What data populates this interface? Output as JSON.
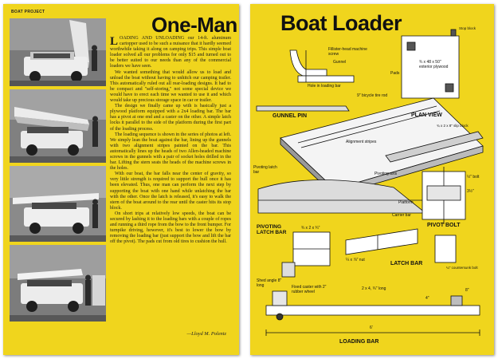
{
  "left": {
    "section_tag": "BOAT PROJECT",
    "title": "One-Man",
    "dropcap": "L",
    "lead": "OADING AND UNLOADING our 14-ft. aluminum cartopper used to be such a nuisance that it hardly seemed worthwhile taking it along on camping trips. This simple boat loader solved all our problems for only $15 and turned out to be better suited to our needs than any of the commercial loaders we have seen.",
    "paragraphs": [
      "We wanted something that would allow us to load and unload the boat without having to unhitch our camping trailer. This automatically ruled out all rear-loading designs. It had to be compact and \"self-storing,\" not some special device we would have to erect each time we wanted to use it and which would take up precious storage space in car or trailer.",
      "The design we finally came up with is basically just a plywood platform equipped with a 2x4 loading bar. The bar has a pivot at one end and a caster on the other. A simple latch locks it parallel to the side of the platform during the first part of the loading process.",
      "The loading sequence is shown in the series of photos at left. We simply lean the boat against the bar, lining up the gunnels with two alignment stripes painted on the bar. This automatically lines up the heads of two Allen-headed machine screws in the gunnels with a pair of socket holes drilled in the bar. Lifting the stern seats the heads of the machine screws in the holes.",
      "With our boat, the bar falls near the center of gravity, so very little strength is required to support the hull once it has been elevated. Thus, one man can perform the next step by supporting the boat with one hand while unlatching the bar with the other. Once the latch is released, it's easy to walk the stern of the boat around to the rear until the caster hits its stop block.",
      "On short trips at relatively low speeds, the boat can be secured by lashing it to the loading bars with a couple of ropes and running a third rope from the bow to the front bumper. For turnpike driving, however, it's best to lower the bow by removing the loading bar (just support the bow and lift the bar off the pivot). The pads cut from old tires to cushion the hull."
    ],
    "byline": "—Lloyd M. Polentz"
  },
  "right": {
    "title": "Boat Loader",
    "labels": {
      "fillister_head": "Fillister-head machine screw",
      "gunnel": "Gunnel",
      "hole_in_bar": "Hole in loading bar",
      "tie_rod": "9\" bicycle tire rod",
      "gunnel_pin": "GUNNEL PIN",
      "stop_block": "Stop block",
      "pads": "Pads",
      "plywood": "¾ x 48 x 50\" exterior plywood",
      "plan_view": "PLAN VIEW",
      "slip_block": "¾ x 2 x 8\" slip block",
      "alignment_stripes": "Alignment stripes",
      "pivoting_latch_bar": "Pivoting latch bar",
      "pivoting_axis": "Pivoting axis",
      "latch_bar_title": "PIVOTING LATCH BAR",
      "latch_dim": "¾ x 2 x ¾\"",
      "shed_angle": "Shed angle 8\" long",
      "bolt": "½\" bolt",
      "platform": "Platform",
      "carrier_bar": "Carrier bar",
      "pivot_bolt": "PIVOT BOLT",
      "dim_tall": "3½\"",
      "bolt_sizes": "¼ x ⅞\" nut",
      "latch_bar": "LATCH BAR",
      "countersunk": "¼\" countersunk bolt",
      "caster": "Fixed caster with 2\" rubber wheel",
      "two_by_four": "2 x 4, ¾\" long",
      "dim_4": "4\"",
      "dim_8": "8\"",
      "dim_6ft": "6'",
      "loading_bar": "LOADING BAR"
    }
  }
}
